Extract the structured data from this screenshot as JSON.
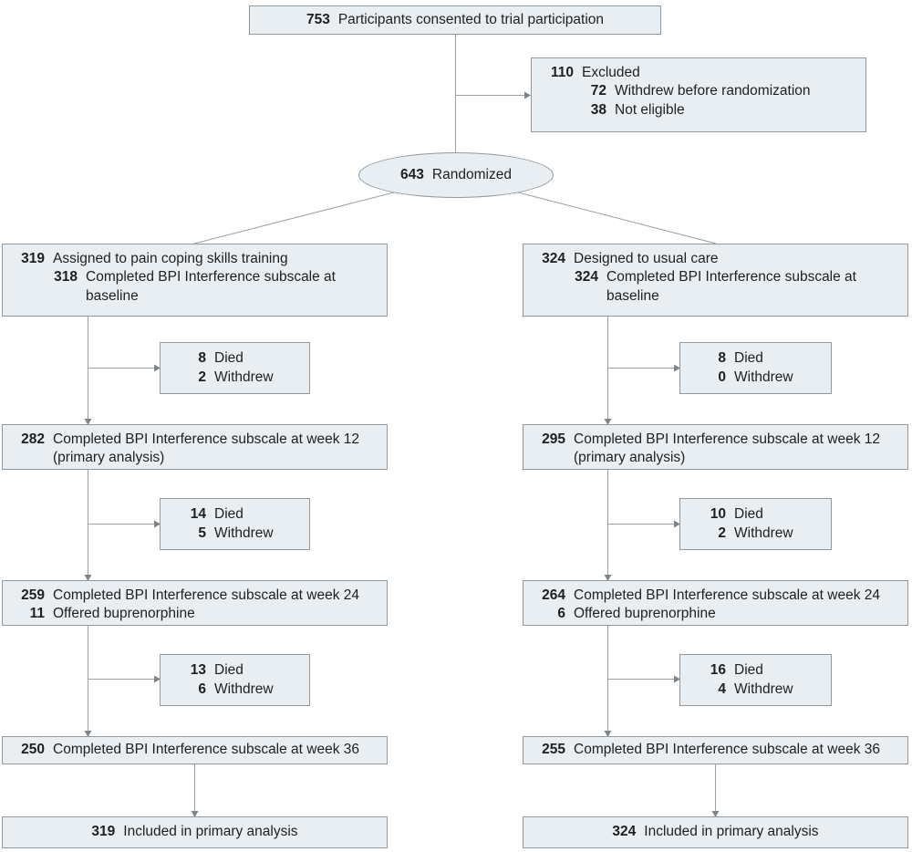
{
  "figure": {
    "type": "consort-flow-diagram",
    "colors": {
      "box_fill": "#e9eef2",
      "box_border": "#8f999f",
      "connector": "#9aa0a6",
      "text": "#1f1f1f"
    },
    "nodes": {
      "consented": {
        "num": "753",
        "label": "Participants consented to trial participation"
      },
      "excluded": {
        "rows": [
          {
            "num": "110",
            "label": "Excluded"
          },
          {
            "num": "72",
            "label": "Withdrew before randomization"
          },
          {
            "num": "38",
            "label": "Not eligible"
          }
        ]
      },
      "randomized": {
        "num": "643",
        "label": "Randomized"
      },
      "pcst": {
        "assigned": {
          "rows": [
            {
              "num": "319",
              "label": "Assigned to pain coping skills training"
            },
            {
              "num": "318",
              "label": "Completed BPI Interference subscale at baseline"
            }
          ]
        },
        "attrition1": {
          "rows": [
            {
              "num": "8",
              "label": "Died"
            },
            {
              "num": "2",
              "label": "Withdrew"
            }
          ]
        },
        "week12": {
          "num": "282",
          "label": "Completed BPI Interference subscale at week 12 (primary analysis)"
        },
        "attrition2": {
          "rows": [
            {
              "num": "14",
              "label": "Died"
            },
            {
              "num": "5",
              "label": "Withdrew"
            }
          ]
        },
        "week24": {
          "rows": [
            {
              "num": "259",
              "label": "Completed BPI Interference subscale at week 24"
            },
            {
              "num": "11",
              "label": "Offered buprenorphine"
            }
          ]
        },
        "attrition3": {
          "rows": [
            {
              "num": "13",
              "label": "Died"
            },
            {
              "num": "6",
              "label": "Withdrew"
            }
          ]
        },
        "week36": {
          "num": "250",
          "label": "Completed BPI Interference subscale at week 36"
        },
        "final": {
          "num": "319",
          "label": "Included in primary analysis"
        }
      },
      "usual_care": {
        "assigned": {
          "rows": [
            {
              "num": "324",
              "label": "Designed to usual care"
            },
            {
              "num": "324",
              "label": "Completed BPI Interference subscale at baseline"
            }
          ]
        },
        "attrition1": {
          "rows": [
            {
              "num": "8",
              "label": "Died"
            },
            {
              "num": "0",
              "label": "Withdrew"
            }
          ]
        },
        "week12": {
          "num": "295",
          "label": "Completed BPI Interference subscale at week 12 (primary analysis)"
        },
        "attrition2": {
          "rows": [
            {
              "num": "10",
              "label": "Died"
            },
            {
              "num": "2",
              "label": "Withdrew"
            }
          ]
        },
        "week24": {
          "rows": [
            {
              "num": "264",
              "label": "Completed BPI Interference subscale at week 24"
            },
            {
              "num": "6",
              "label": "Offered buprenorphine"
            }
          ]
        },
        "attrition3": {
          "rows": [
            {
              "num": "16",
              "label": "Died"
            },
            {
              "num": "4",
              "label": "Withdrew"
            }
          ]
        },
        "week36": {
          "num": "255",
          "label": "Completed BPI Interference subscale at week 36"
        },
        "final": {
          "num": "324",
          "label": "Included in primary analysis"
        }
      }
    }
  }
}
